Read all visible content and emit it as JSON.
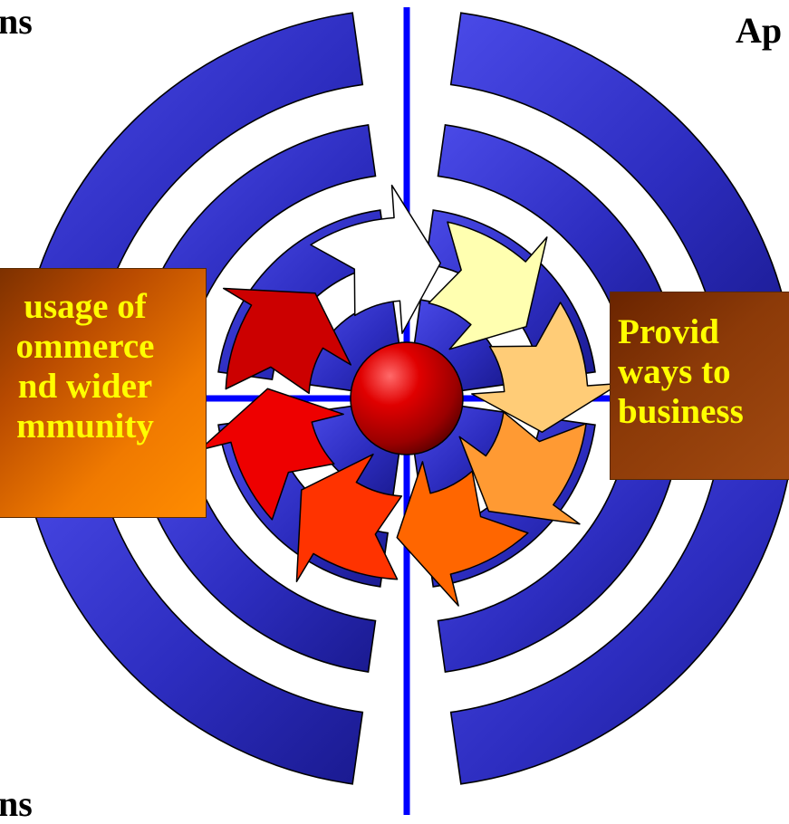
{
  "labels": {
    "top_left": "ns",
    "top_right": "Ap",
    "bottom_left": "ns"
  },
  "boxes": {
    "left_lines": [
      "usage of",
      "ommerce",
      "nd wider",
      "mmunity"
    ],
    "right_lines": [
      "Provid",
      "ways to",
      "business"
    ]
  },
  "colors": {
    "blue_segments": "#2f2fc6",
    "cross_lines": "#0000ff",
    "arrow_colors": [
      "#ffffff",
      "#ffffb0",
      "#ffcc77",
      "#ff9a33",
      "#ff6600",
      "#ff3300",
      "#ee0000",
      "#cc0000"
    ],
    "center_ball": "#cc0000",
    "box_text": "#ffff00"
  }
}
